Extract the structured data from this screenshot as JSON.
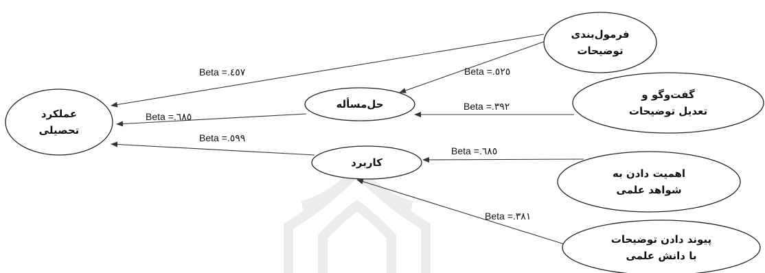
{
  "nodes": [
    {
      "id": "academic_performance",
      "lines": [
        "عملکرد",
        "تحصیلی"
      ]
    },
    {
      "id": "problem_solving",
      "lines": [
        "حل‌مسأله"
      ]
    },
    {
      "id": "application",
      "lines": [
        "کاربرد"
      ]
    },
    {
      "id": "formulating",
      "lines": [
        "فرمول‌بندی",
        "توضیحات"
      ]
    },
    {
      "id": "dialogue",
      "lines": [
        "گفت‌وگو و",
        "تعدیل توضیحات"
      ]
    },
    {
      "id": "evidence",
      "lines": [
        "اهمیت دادن به",
        "شواهد علمی"
      ]
    },
    {
      "id": "linking",
      "lines": [
        "پیوند دادن توضیحات",
        "با دانش علمی"
      ]
    }
  ],
  "edges": [
    {
      "id": "formulating_to_performance",
      "from": "formulating",
      "to": "academic_performance",
      "label": "Beta =.٤٥٧"
    },
    {
      "id": "formulating_to_problem",
      "from": "formulating",
      "to": "problem_solving",
      "label": "Beta =.٥٢٥"
    },
    {
      "id": "dialogue_to_problem",
      "from": "dialogue",
      "to": "problem_solving",
      "label": "Beta =.٣٩٢"
    },
    {
      "id": "problem_to_performance",
      "from": "problem_solving",
      "to": "academic_performance",
      "label": "Beta =.٦٨٥"
    },
    {
      "id": "application_to_performance",
      "from": "application",
      "to": "academic_performance",
      "label": "Beta =.٥٩٩"
    },
    {
      "id": "evidence_to_application",
      "from": "evidence",
      "to": "application",
      "label": "Beta =.٦٨٥"
    },
    {
      "id": "linking_to_application",
      "from": "linking",
      "to": "application",
      "label": "Beta =.٣٨١"
    }
  ]
}
